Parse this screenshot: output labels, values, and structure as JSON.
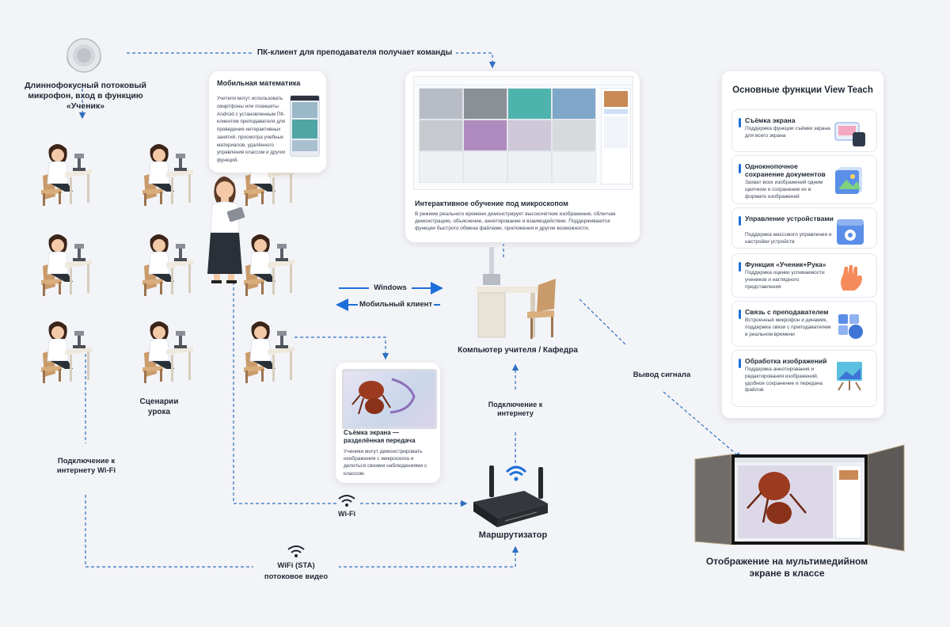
{
  "colors": {
    "accent": "#1e6fd9",
    "dash": "#2f6fc2",
    "panel": "#ffffff",
    "bg": "#f3f4f7"
  },
  "mic": {
    "label": "Длиннофокусный потоковый микрофон, вход в функцию «Ученик»"
  },
  "top_link": {
    "label": "ПК-клиент для преподавателя получает команды"
  },
  "mobile_card": {
    "title": "Мобильная математика",
    "body": "Учителя могут использовать смартфоны или планшеты Android с установленным ПК-клиентом преподавателя для проведения интерактивных занятий, просмотра учебных материалов, удалённого управления классом и других функций."
  },
  "microscope_card": {
    "title": "Интерактивное обучение под микроскопом",
    "body": "В режиме реального времени демонстрирует высокочёткие изображения, облегчая демонстрацию, объяснение, аннотирование и взаимодействие. Поддерживаются функции быстрого обмена файлами, приложения и другие возможности."
  },
  "arrows": {
    "windows": "Windows",
    "mobile_client": "Мобильный клиент"
  },
  "teacher_pc": {
    "label": "Компьютер учителя / Кафедра"
  },
  "lesson": {
    "label": "Сценарии урока"
  },
  "wifi_left": {
    "label": "Подключение к интернету Wi-Fi"
  },
  "screen_card": {
    "title": "Съёмка экрана — разделённая передача",
    "body": "Ученики могут демонстрировать изображения с микроскопа и делиться своими наблюдениями с классом."
  },
  "internet_link": {
    "label": "Подключение к интернету"
  },
  "wifi_mid": {
    "label": "Wi-Fi"
  },
  "router": {
    "label": "Маршрутизатор"
  },
  "wifi_sta": {
    "label1": "WiFi (STA)",
    "label2": "потоковое видео"
  },
  "signal": {
    "label": "Вывод сигнала"
  },
  "display": {
    "label": "Отображение на мультимедийном экране в классе"
  },
  "features": {
    "title": "Основные функции View Teach",
    "items": [
      {
        "title": "Съёмка экрана",
        "desc": "Поддержка функции съёмки экрана для всего экрана",
        "icon": "screen-capture-icon"
      },
      {
        "title": "Однокнопочное сохранение документов",
        "desc": "Захват всех изображений одним щелчком и сохранение их в формате изображений",
        "icon": "image-save-icon"
      },
      {
        "title": "Управление устройствами",
        "desc": "Поддержка массового управления и настройки устройств",
        "icon": "device-settings-icon"
      },
      {
        "title": "Функция «Ученик+Рука»",
        "desc": "Поддержка оценки успеваемости учеников и наглядного представления",
        "icon": "raise-hand-icon"
      },
      {
        "title": "Связь с преподавателем",
        "desc": "Встроенный микрофон и динамик, поддержка связи с преподавателем в реальном времени",
        "icon": "teacher-link-icon"
      },
      {
        "title": "Обработка изображений",
        "desc": "Поддержка аннотирования и редактирования изображений, удобное сохранение и передача файлов",
        "icon": "image-edit-icon"
      }
    ]
  }
}
